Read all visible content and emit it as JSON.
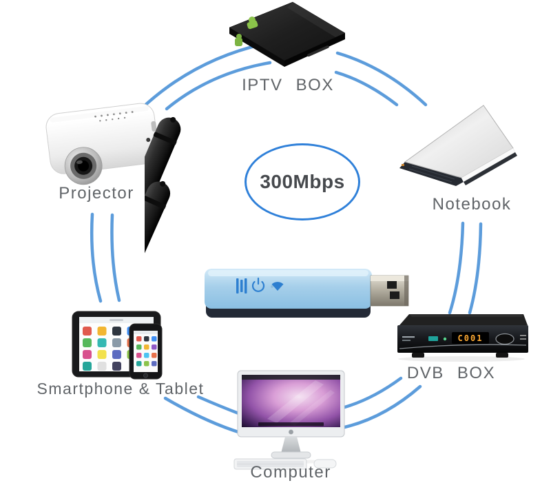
{
  "diagram": {
    "center_badge": "300Mbps",
    "devices": {
      "iptv": {
        "label": "IPTV BOX"
      },
      "notebook": {
        "label": "Notebook"
      },
      "dvb": {
        "label": "DVB BOX",
        "display": "C001"
      },
      "computer": {
        "label": "Computer"
      },
      "mobile": {
        "label": "Smartphone & Tablet"
      },
      "projector": {
        "label": "Projector"
      }
    },
    "colors": {
      "arc_blue": "#4f94d8",
      "badge_ring_blue": "#2f80d9",
      "label_gray": "#606468",
      "speed_text_gray": "#46494d",
      "android_green": "#8bc34a",
      "dvb_display_amber": "#ffaa33",
      "adapter_body_blue": "#a6cfea"
    }
  }
}
